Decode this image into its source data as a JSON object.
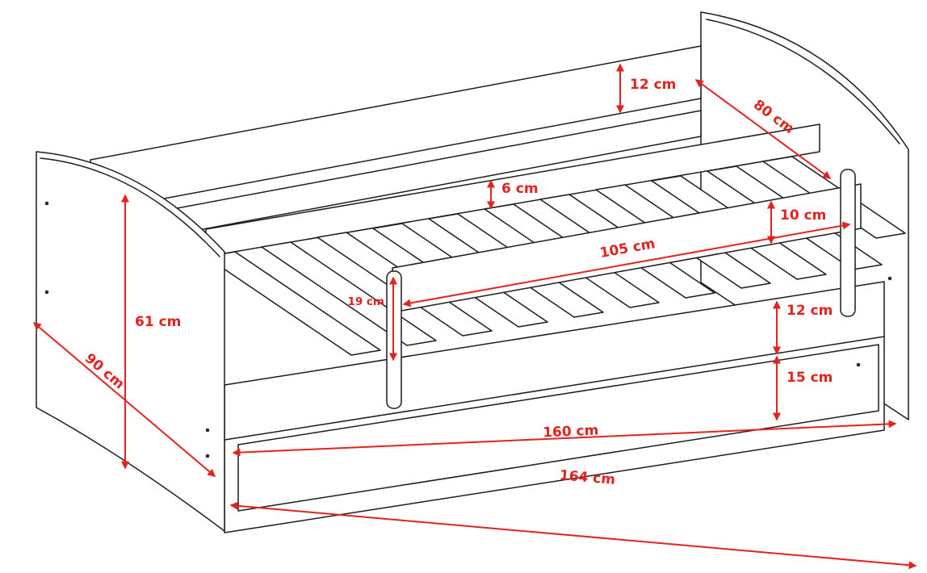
{
  "diagram": {
    "subject": "children-bed-with-drawer-dimension-diagram",
    "unit": "cm"
  },
  "colors": {
    "accent": "#e2231e",
    "line": "#1c1c1c",
    "background": "#ffffff"
  },
  "labels": {
    "back_rail_height": "12 cm",
    "footboard_width": "80 cm",
    "slat_frame_height": "6 cm",
    "guard_rail_height": "10 cm",
    "guard_rail_length": "105 cm",
    "guard_post_height": "19 cm",
    "side_rail_height": "12 cm",
    "drawer_front_height": "15 cm",
    "headboard_height": "61 cm",
    "bed_width": "90 cm",
    "length_inner": "160 cm",
    "length_outer": "164 cm"
  }
}
